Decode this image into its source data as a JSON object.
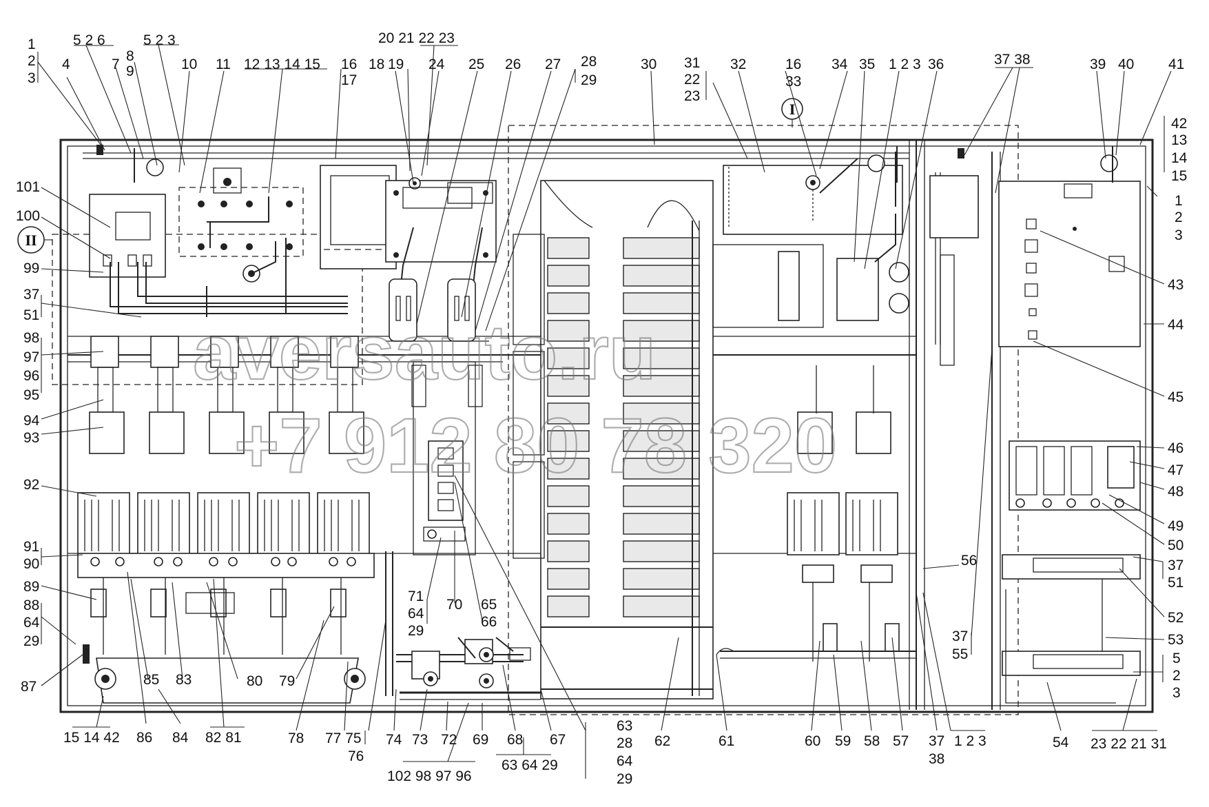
{
  "roman_markers": {
    "one": "I",
    "two": "II"
  },
  "watermark": {
    "site": "aversauto.ru",
    "phone": "+7 912 80 78 320"
  },
  "labels": {
    "top": [
      {
        "id": "t1a",
        "text": "1"
      },
      {
        "id": "t1b",
        "text": "2"
      },
      {
        "id": "t1c",
        "text": "3"
      },
      {
        "id": "t4",
        "text": "4"
      },
      {
        "id": "t5a",
        "text": "5 2 6"
      },
      {
        "id": "t7",
        "text": "7"
      },
      {
        "id": "t8",
        "text": "8"
      },
      {
        "id": "t9",
        "text": "9"
      },
      {
        "id": "t5b",
        "text": "5 2 3"
      },
      {
        "id": "t10",
        "text": "10"
      },
      {
        "id": "t11",
        "text": "11"
      },
      {
        "id": "t12",
        "text": "12 13 14 15"
      },
      {
        "id": "t16",
        "text": "16"
      },
      {
        "id": "t17",
        "text": "17"
      },
      {
        "id": "t18",
        "text": "18"
      },
      {
        "id": "t19",
        "text": "19"
      },
      {
        "id": "t20",
        "text": "20 21 22 23"
      },
      {
        "id": "t24",
        "text": "24"
      },
      {
        "id": "t25",
        "text": "25"
      },
      {
        "id": "t26",
        "text": "26"
      },
      {
        "id": "t27",
        "text": "27"
      },
      {
        "id": "t28",
        "text": "28"
      },
      {
        "id": "t29",
        "text": "29"
      },
      {
        "id": "t30",
        "text": "30"
      },
      {
        "id": "t31",
        "text": "31"
      },
      {
        "id": "t22",
        "text": "22"
      },
      {
        "id": "t23",
        "text": "23"
      },
      {
        "id": "t32",
        "text": "32"
      },
      {
        "id": "t16b",
        "text": "16"
      },
      {
        "id": "t33",
        "text": "33"
      },
      {
        "id": "t34",
        "text": "34"
      },
      {
        "id": "t35",
        "text": "35"
      },
      {
        "id": "t123",
        "text": "1 2 3"
      },
      {
        "id": "t36",
        "text": "36"
      },
      {
        "id": "t3738",
        "text": "37 38"
      },
      {
        "id": "t39",
        "text": "39"
      },
      {
        "id": "t40",
        "text": "40"
      },
      {
        "id": "t41",
        "text": "41"
      }
    ],
    "left": [
      {
        "id": "l101",
        "text": "101"
      },
      {
        "id": "l100",
        "text": "100"
      },
      {
        "id": "l99",
        "text": "99"
      },
      {
        "id": "l37",
        "text": "37"
      },
      {
        "id": "l51",
        "text": "51"
      },
      {
        "id": "l98",
        "text": "98"
      },
      {
        "id": "l97",
        "text": "97"
      },
      {
        "id": "l96",
        "text": "96"
      },
      {
        "id": "l95",
        "text": "95"
      },
      {
        "id": "l94",
        "text": "94"
      },
      {
        "id": "l93",
        "text": "93"
      },
      {
        "id": "l92",
        "text": "92"
      },
      {
        "id": "l91",
        "text": "91"
      },
      {
        "id": "l90",
        "text": "90"
      },
      {
        "id": "l89",
        "text": "89"
      },
      {
        "id": "l88",
        "text": "88"
      },
      {
        "id": "l64",
        "text": "64"
      },
      {
        "id": "l29",
        "text": "29"
      },
      {
        "id": "l87",
        "text": "87"
      }
    ],
    "right": [
      {
        "id": "r42",
        "text": "42"
      },
      {
        "id": "r13",
        "text": "13"
      },
      {
        "id": "r14",
        "text": "14"
      },
      {
        "id": "r15",
        "text": "15"
      },
      {
        "id": "r1",
        "text": "1"
      },
      {
        "id": "r2",
        "text": "2"
      },
      {
        "id": "r3",
        "text": "3"
      },
      {
        "id": "r43",
        "text": "43"
      },
      {
        "id": "r44",
        "text": "44"
      },
      {
        "id": "r45",
        "text": "45"
      },
      {
        "id": "r46",
        "text": "46"
      },
      {
        "id": "r47",
        "text": "47"
      },
      {
        "id": "r48",
        "text": "48"
      },
      {
        "id": "r49",
        "text": "49"
      },
      {
        "id": "r50",
        "text": "50"
      },
      {
        "id": "r37",
        "text": "37"
      },
      {
        "id": "r51",
        "text": "51"
      },
      {
        "id": "r52",
        "text": "52"
      },
      {
        "id": "r53",
        "text": "53"
      },
      {
        "id": "r5",
        "text": "5"
      },
      {
        "id": "r2b",
        "text": "2"
      },
      {
        "id": "r3b",
        "text": "3"
      }
    ],
    "bottom": [
      {
        "id": "b151442",
        "text": "15 14 42"
      },
      {
        "id": "b86",
        "text": "86"
      },
      {
        "id": "b84",
        "text": "84"
      },
      {
        "id": "b8281",
        "text": "82 81"
      },
      {
        "id": "b85",
        "text": "85"
      },
      {
        "id": "b83",
        "text": "83"
      },
      {
        "id": "b80",
        "text": "80"
      },
      {
        "id": "b79",
        "text": "79"
      },
      {
        "id": "b78",
        "text": "78"
      },
      {
        "id": "b7775",
        "text": "77 75"
      },
      {
        "id": "b76",
        "text": "76"
      },
      {
        "id": "b74",
        "text": "74"
      },
      {
        "id": "b73",
        "text": "73"
      },
      {
        "id": "b72",
        "text": "72"
      },
      {
        "id": "b69",
        "text": "69"
      },
      {
        "id": "b68",
        "text": "68"
      },
      {
        "id": "b67",
        "text": "67"
      },
      {
        "id": "b636429",
        "text": "63 64 29"
      },
      {
        "id": "b10298",
        "text": "102 98 97 96"
      },
      {
        "id": "b71",
        "text": "71"
      },
      {
        "id": "b64",
        "text": "64"
      },
      {
        "id": "b29",
        "text": "29"
      },
      {
        "id": "b70",
        "text": "70"
      },
      {
        "id": "b65",
        "text": "65"
      },
      {
        "id": "b66",
        "text": "66"
      },
      {
        "id": "b63",
        "text": "63"
      },
      {
        "id": "b28",
        "text": "28"
      },
      {
        "id": "b64b",
        "text": "64"
      },
      {
        "id": "b29b",
        "text": "29"
      },
      {
        "id": "b62",
        "text": "62"
      },
      {
        "id": "b61",
        "text": "61"
      },
      {
        "id": "b60",
        "text": "60"
      },
      {
        "id": "b59",
        "text": "59"
      },
      {
        "id": "b58",
        "text": "58"
      },
      {
        "id": "b57",
        "text": "57"
      },
      {
        "id": "b37",
        "text": "37"
      },
      {
        "id": "b38",
        "text": "38"
      },
      {
        "id": "b123",
        "text": "1 2 3"
      },
      {
        "id": "b56",
        "text": "56"
      },
      {
        "id": "b3755a",
        "text": "37"
      },
      {
        "id": "b3755b",
        "text": "55"
      },
      {
        "id": "b54",
        "text": "54"
      },
      {
        "id": "b23222131",
        "text": "23 22 21 31"
      }
    ]
  }
}
